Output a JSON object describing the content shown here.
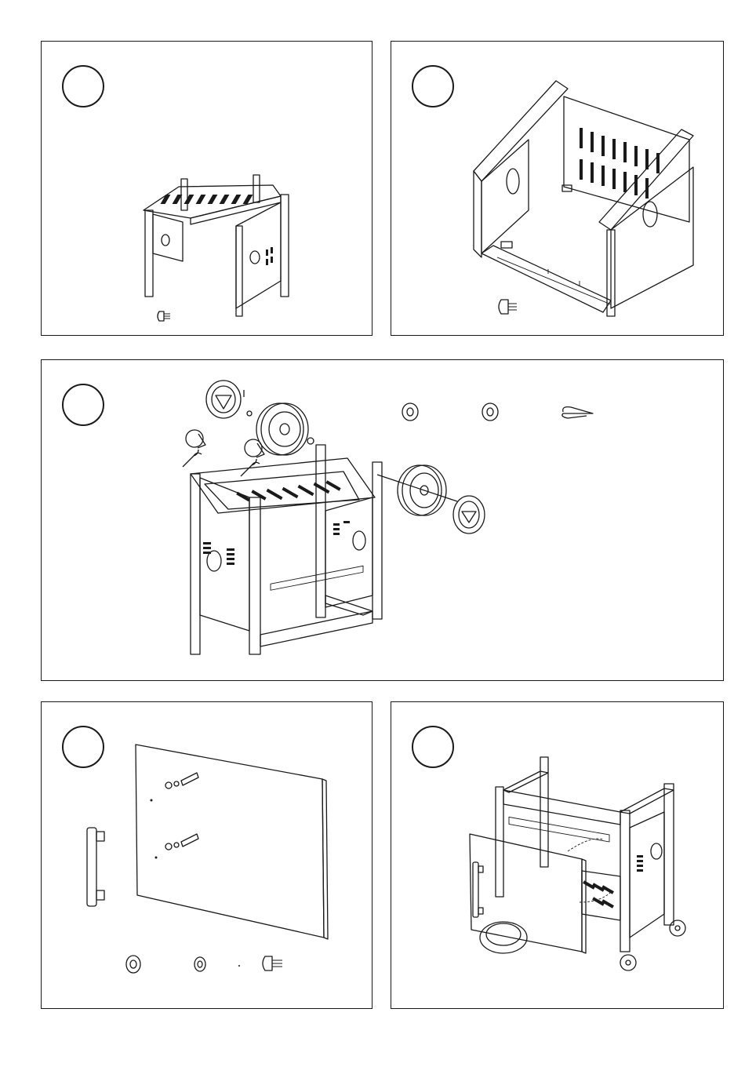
{
  "document": {
    "steps": [
      {
        "id": "step-1",
        "number": ""
      },
      {
        "id": "step-2",
        "number": ""
      },
      {
        "id": "step-3",
        "number": ""
      },
      {
        "id": "step-4",
        "number": ""
      },
      {
        "id": "step-5",
        "number": ""
      }
    ]
  },
  "icons": {
    "hardware_screw": "screw-icon",
    "hardware_flat_washer": "flat-washer-icon",
    "hardware_lock_washer": "lock-washer-icon",
    "hardware_hitch_pin": "hitch-pin-icon",
    "wrench": "wrench-icon"
  },
  "colors": {
    "line": "#1a1a1a",
    "background": "#ffffff"
  }
}
